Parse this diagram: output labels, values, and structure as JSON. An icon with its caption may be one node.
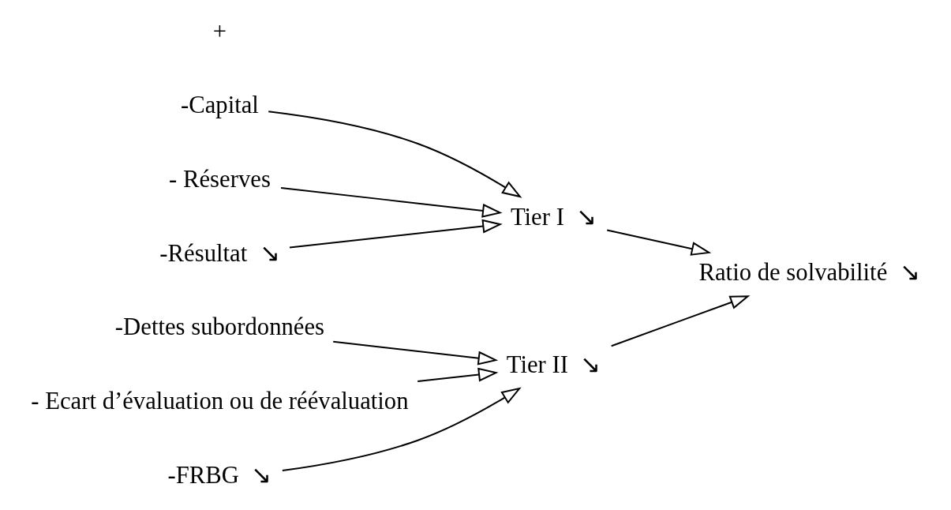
{
  "diagram": {
    "nodes": [
      {
        "text": [
          "-Capital"
        ]
      },
      {
        "text": [
          "- Réserves"
        ]
      },
      {
        "text": [
          "-Résultat"
        ],
        "beside": [
          "↘"
        ]
      },
      {
        "text": [
          "Tier I"
        ],
        "beside": [
          "↘"
        ]
      },
      {
        "text": [
          "-Dettes subordonnées"
        ]
      },
      {
        "text": [
          "- Ecart d’évaluation ou de réévaluation"
        ]
      },
      {
        "text": [
          "-FRBG"
        ],
        "beside": [
          "↘"
        ]
      },
      {
        "text": [
          "Tier II"
        ],
        "beside": [
          "↘"
        ]
      },
      {
        "text": [
          "Ratio de solvabilité"
        ],
        "beside": [
          "↘"
        ]
      }
    ],
    "edges": [
      {
        "from": 0,
        "to": 3,
        "arrow": "to"
      },
      {
        "from": 1,
        "to": 3,
        "arrow": "to"
      },
      {
        "from": 2,
        "to": 3,
        "arrow": "to"
      },
      {
        "from": 4,
        "to": 7,
        "arrow": "to"
      },
      {
        "from": 5,
        "to": 7,
        "arrow": "to"
      },
      {
        "from": 6,
        "to": 7,
        "arrow": "to"
      },
      {
        "from": 3,
        "to": 8,
        "arrow": "to"
      },
      {
        "from": 7,
        "to": 8,
        "arrow": "to"
      }
    ],
    "labels": [
      "+"
    ]
  }
}
